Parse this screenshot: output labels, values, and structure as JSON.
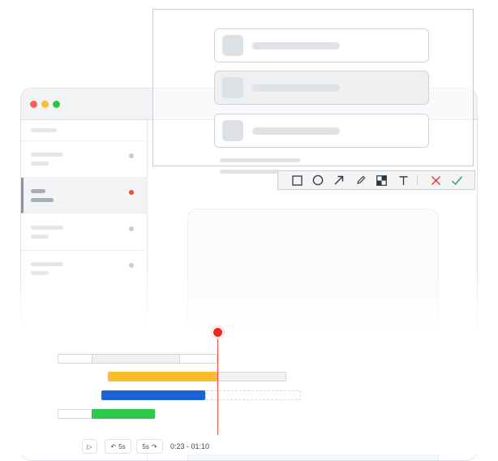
{
  "player": {
    "play_icon": "▷",
    "rewind_icon": "↶",
    "rewind_label": "5s",
    "forward_label": "5s",
    "forward_icon": "↷",
    "timecode": "0:23 - 01:10"
  },
  "icons": {
    "toolbar": [
      "rectangle-icon",
      "circle-icon",
      "arrow-icon",
      "pencil-icon",
      "pixelate-icon",
      "text-icon",
      "cancel-icon",
      "confirm-icon"
    ]
  },
  "colors": {
    "window_dot_red": "#ff5f57",
    "window_dot_yellow": "#febc2e",
    "window_dot_green": "#28c840",
    "unread_dot": "#f04a3e",
    "playhead": "#f0261b",
    "cancel": "#e53935",
    "confirm": "#34a853",
    "track_yellow": "#fbbd2c",
    "track_blue": "#1d63d8",
    "track_green": "#2ec84a"
  }
}
